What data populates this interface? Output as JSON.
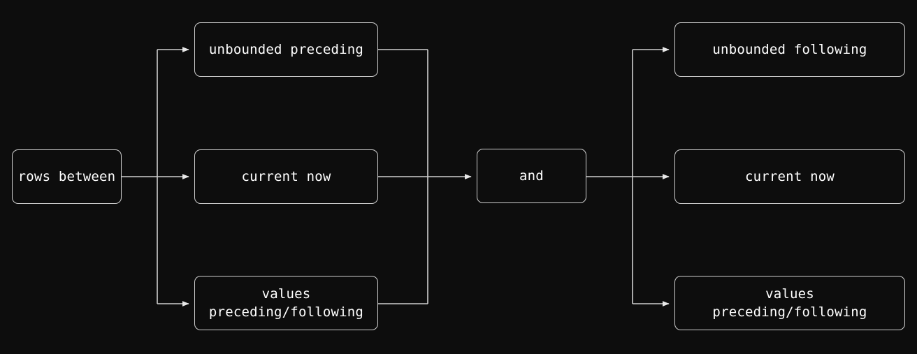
{
  "diagram": {
    "type": "flowchart",
    "direction": "left-to-right",
    "background_color": "#0d0d0d",
    "node_border_color": "#cfcfcf",
    "node_text_color": "#ffffff",
    "edge_color": "#cfcfcf",
    "nodes": [
      {
        "id": "rows_between",
        "label": "rows between"
      },
      {
        "id": "unbounded_preceding",
        "label": "unbounded preceding"
      },
      {
        "id": "current_now_left",
        "label": "current now"
      },
      {
        "id": "values_pf_left",
        "label": "values\npreceding/following"
      },
      {
        "id": "and",
        "label": "and"
      },
      {
        "id": "unbounded_following",
        "label": "unbounded following"
      },
      {
        "id": "current_now_right",
        "label": "current now"
      },
      {
        "id": "values_pf_right",
        "label": "values\npreceding/following"
      }
    ],
    "edges": [
      {
        "from": "rows_between",
        "to": "unbounded_preceding"
      },
      {
        "from": "rows_between",
        "to": "current_now_left"
      },
      {
        "from": "rows_between",
        "to": "values_pf_left"
      },
      {
        "from": "unbounded_preceding",
        "to": "and"
      },
      {
        "from": "current_now_left",
        "to": "and"
      },
      {
        "from": "values_pf_left",
        "to": "and"
      },
      {
        "from": "and",
        "to": "unbounded_following"
      },
      {
        "from": "and",
        "to": "current_now_right"
      },
      {
        "from": "and",
        "to": "values_pf_right"
      }
    ]
  }
}
